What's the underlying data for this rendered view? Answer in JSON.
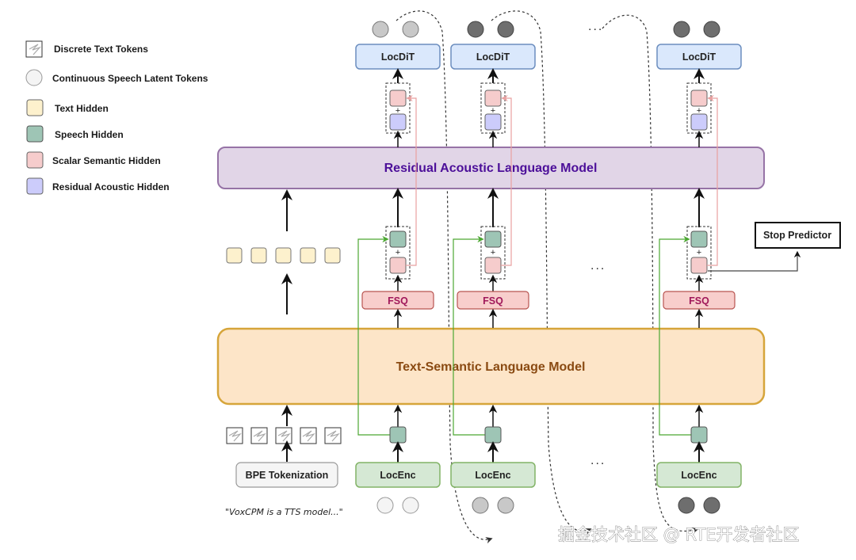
{
  "legend": {
    "items": [
      {
        "label": "Discrete Text Tokens",
        "shape": "discrete-token"
      },
      {
        "label": "Continuous Speech Latent Tokens",
        "shape": "latent-circle"
      },
      {
        "label": "Text Hidden",
        "shape": "square",
        "color": "#fdf1cd"
      },
      {
        "label": "Speech Hidden",
        "shape": "square",
        "color": "#9ec5b5"
      },
      {
        "label": "Scalar Semantic Hidden",
        "shape": "square",
        "color": "#f6cccc"
      },
      {
        "label": "Residual Acoustic Hidden",
        "shape": "square",
        "color": "#ccccfb"
      }
    ]
  },
  "models": {
    "residual_acoustic": {
      "label": "Residual Acoustic Language Model",
      "fill": "#e1d5e7",
      "stroke": "#9673a6",
      "text_color": "#4c0f99"
    },
    "text_semantic": {
      "label": "Text-Semantic Language Model",
      "fill": "#fde5c8",
      "stroke": "#d6a53a",
      "text_color": "#8a4a12"
    }
  },
  "columns": [
    {
      "locdit": "LocDiT",
      "fsq": "FSQ",
      "locenc": "LocEnc",
      "output_tokens": "light",
      "input_tokens": "white"
    },
    {
      "locdit": "LocDiT",
      "fsq": "FSQ",
      "locenc": "LocEnc",
      "output_tokens": "dark",
      "input_tokens": "light"
    },
    {
      "locdit": "LocDiT",
      "fsq": "FSQ",
      "locenc": "LocEnc",
      "output_tokens": "dark",
      "input_tokens": "dark"
    }
  ],
  "text_input": {
    "tokenizer_label": "BPE Tokenization",
    "example_text": "\"VoxCPM is a TTS model...\"",
    "num_tokens": 5
  },
  "stop_predictor": {
    "label": "Stop Predictor"
  },
  "ellipsis": "...",
  "operator": "+",
  "colors": {
    "locdit_fill": "#dae8fc",
    "locdit_stroke": "#6c8ebf",
    "locenc_fill": "#d5e8d4",
    "locenc_stroke": "#82b366",
    "fsq_fill": "#f8cecc",
    "fsq_stroke": "#b85450",
    "fsq_text": "#a0185a",
    "tokenizer_fill": "#f5f5f5",
    "tokenizer_stroke": "#999999",
    "speech_hidden": "#9ec5b5",
    "scalar_hidden": "#f6cccc",
    "residual_hidden": "#ccccfb",
    "text_hidden": "#fdf1cd",
    "green_line": "#4ca832",
    "pink_line": "#e8a0a0",
    "token_white": "#f4f4f4",
    "token_light": "#c8c8c8",
    "token_dark": "#6e6e6e"
  },
  "watermark": "掘金技术社区 @ RTE开发者社区"
}
